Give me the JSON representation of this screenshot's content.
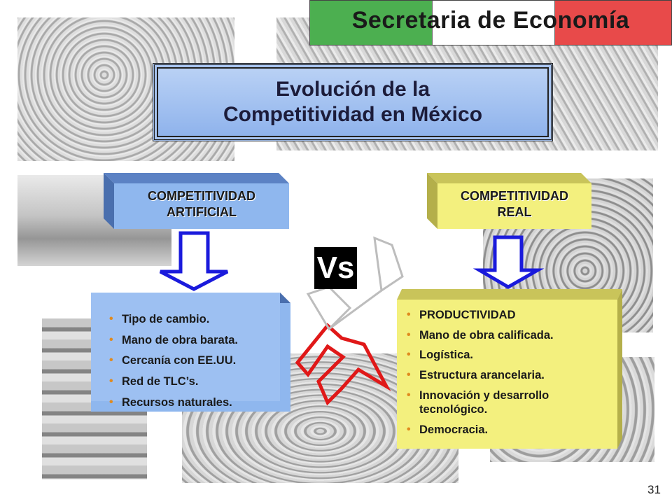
{
  "header": {
    "org_title": "Secretaria de Economía",
    "flag_colors": {
      "green": "#4caf50",
      "white": "#ffffff",
      "red": "#e84a4a"
    }
  },
  "title": {
    "line1": "Evolución de la",
    "line2": "Competitividad en México"
  },
  "left": {
    "header_line1": "COMPETITIVIDAD",
    "header_line2": "ARTIFICIAL",
    "color": "#8fb7ee",
    "items": [
      "Tipo de cambio.",
      "Mano de obra barata.",
      "Cercanía con EE.UU.",
      "Red de TLC’s.",
      "Recursos naturales."
    ]
  },
  "right": {
    "header_line1": "COMPETITIVIDAD",
    "header_line2": "REAL",
    "color": "#f3f07e",
    "items": [
      "PRODUCTIVIDAD",
      "Mano de obra calificada.",
      "Logística.",
      "Estructura arancelaria.",
      "Innovación y desarrollo tecnológico.",
      "Democracia."
    ]
  },
  "vs_label": "Vs",
  "slide_number": "31",
  "icons": {
    "down_arrows": "down-arrow-icon",
    "red_arrow": "right-arrow-icon"
  }
}
